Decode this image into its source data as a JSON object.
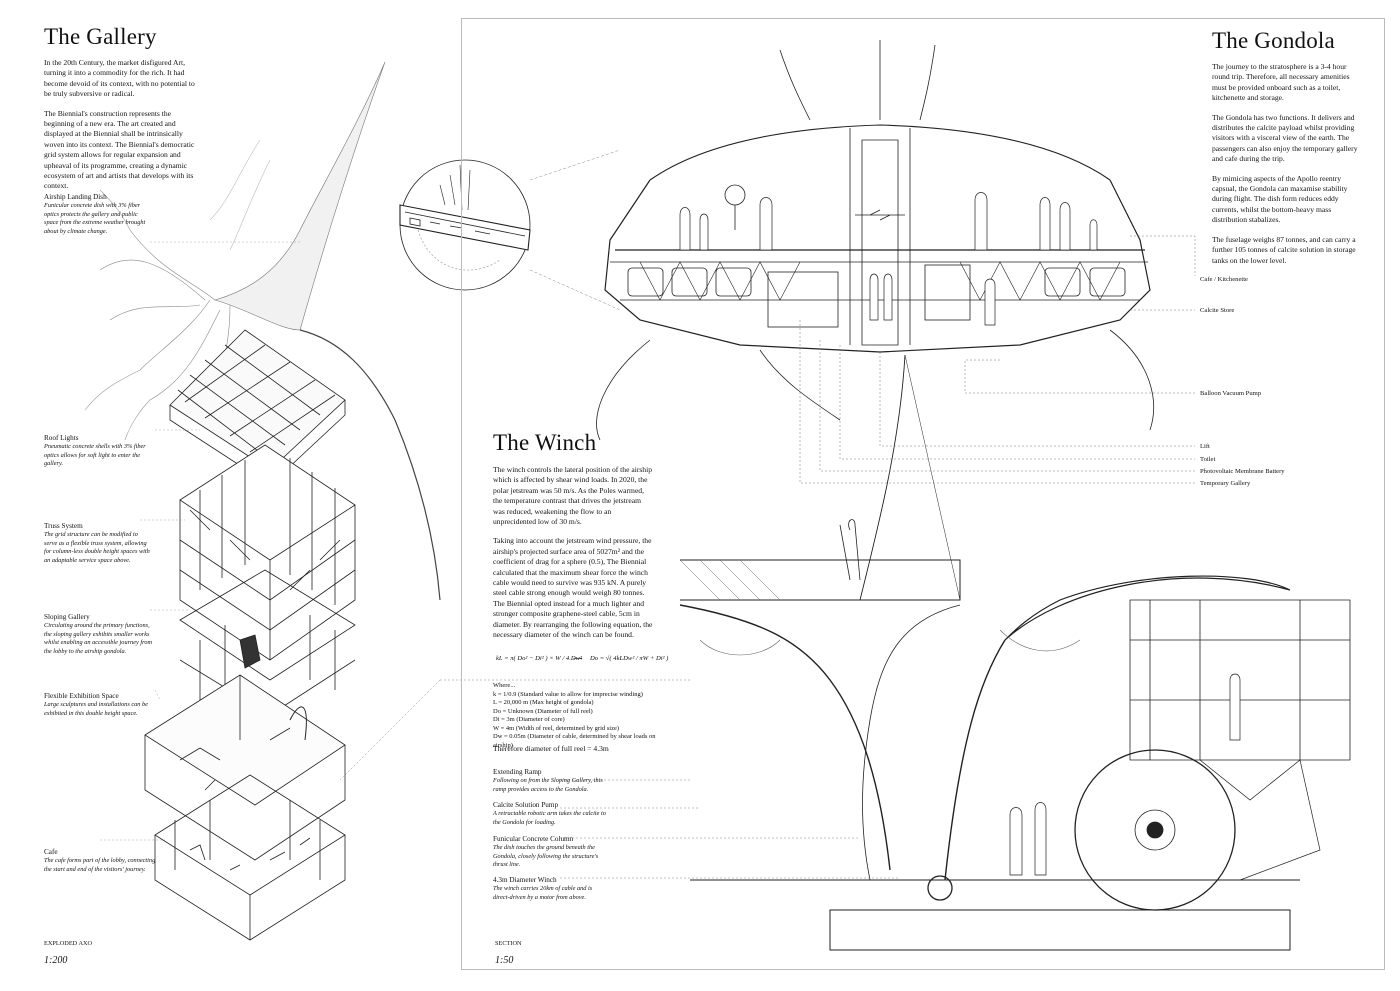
{
  "gallery": {
    "title": "The Gallery",
    "paragraphs": [
      "In the 20th Century, the market disfigured Art, turning it into a commodity for the rich. It had become devoid of its context, with no potential to be truly subversive or radical.",
      "The Biennial's construction represents the beginning of a new era. The art created and displayed at the Biennial shall be intrinsically woven into its context. The Biennial's democratic grid system allows for regular expansion and upheaval of its programme, creating a dynamic ecosystem of art and artists that develops with its context."
    ],
    "labels": [
      {
        "title": "Airship Landing Dish",
        "desc": "Funicular concrete dish with 3% fiber optics protects the gallery and public space from the extreme weather brought about by climate change."
      },
      {
        "title": "Roof Lights",
        "desc": "Pneumatic concrete shells with 3% fiber optics allows for soft light to enter the gallery."
      },
      {
        "title": "Truss System",
        "desc": "The grid structure can be modified to serve as a flexible truss system, allowing for column-less double height spaces with an adaptable service space above."
      },
      {
        "title": "Sloping Gallery",
        "desc": "Circulating around the primary functions, the sloping gallery exhibits smaller works whilst enabling an accessible journey from the lobby to the airship gondola."
      },
      {
        "title": "Flexible Exhibition Space",
        "desc": "Large sculptures and installations can be exhibited in this double height space."
      },
      {
        "title": "Cafe",
        "desc": "The cafe forms part of the lobby, connecting the start and end of the visitors' journey."
      }
    ],
    "drawing_label": "EXPLODED AXO",
    "scale": "1:200"
  },
  "gondola": {
    "title": "The Gondola",
    "paragraphs": [
      "The journey to the stratosphere is a 3-4 hour round trip. Therefore, all necessary amenities must be provided onboard such as a toilet, kitchenette and storage.",
      "The Gondola has two functions. It delivers and distributes the calcite payload whilst providing visitors with a visceral view of the earth. The passengers can also enjoy the temporary gallery and cafe during the trip.",
      "By mimicing aspects of the Apollo reentry capsual, the Gondola can maxamise stability during flight. The dish form reduces eddy currents, whilst the bottom-heavy mass distribution stabalizes.",
      "The fuselage weighs 87 tonnes, and can carry a further 105 tonnes of calcite solution in storage tanks on the lower level."
    ],
    "callouts": [
      "Cafe / Kitchenette",
      "Calcite Store",
      "Balloon Vacuum Pump",
      "Lift",
      "Toilet",
      "Photovoltaic Membrane Battery",
      "Temporary Gallery"
    ]
  },
  "winch": {
    "title": "The Winch",
    "paragraphs": [
      "The winch controls the lateral position of the airship which is affected by shear wind loads. In 2020, the polar jetstream was 50 m/s. As the Poles warmed, the temperature contrast that drives the jetstream was reduced, weakening the flow to an unprecidented low of 30 m/s.",
      "Taking into account the jetstream wind pressure, the airship's projected surface area of 5027m² and the coefficient of drag for a sphere (0.5), The Biennial calculated that the maximum shear force the winch cable would need to survive was 935 kN. A purely steel cable strong enough would weigh 80 tonnes. The Biennial opted instead for a much lighter and stronger composite graphene-steel cable, 5cm in diameter. By rearranging the following equation, the necessary diameter of the winch can be found."
    ],
    "formula_left": "kL = π( Do² − Di² ) × W / 4.Dw²",
    "formula_right": "Do = √( 4kLDw² / πW + Di² )",
    "where_title": "Where...",
    "where_items": [
      "k = 1/0.9      (Standard value to allow for imprecise winding)",
      "L = 20,000 m  (Max height of gondola)",
      "Do = Unknown  (Diameter of full reel)",
      "Di = 3m (Diameter of core)",
      "W = 4m  (Width of reel, determined by grid size)",
      "Dw = 0.05m (Diameter of cable, determined by shear loads on airship)"
    ],
    "result": "Therefore diameter of full reel = 4.3m",
    "labels": [
      {
        "title": "Extending Ramp",
        "desc": "Following on from the Sloping Gallery, this ramp provides access to the Gondola."
      },
      {
        "title": "Calcite Solution Pump",
        "desc": "A retractable robotic arm takes the calcite to the Gondola for loading."
      },
      {
        "title": "Funicular Concrete Column",
        "desc": "The dish touches the ground beneath the Gondola, closely following the structure's thrust line."
      },
      {
        "title": "4.3m Diameter Winch",
        "desc": "The winch carries 20km of cable and is direct-driven by a motor from above."
      }
    ],
    "drawing_label": "SECTION",
    "scale": "1:50"
  }
}
